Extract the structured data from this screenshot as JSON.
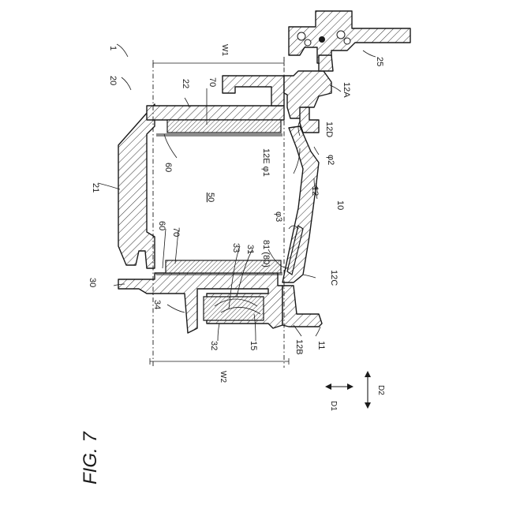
{
  "figure": {
    "title": "FIG. 7"
  },
  "labels": {
    "ref_1": "1",
    "ref_20": "20",
    "ref_21": "21",
    "ref_22": "22",
    "ref_30": "30",
    "ref_34": "34",
    "ref_32": "32",
    "ref_15": "15",
    "ref_33": "33",
    "ref_31": "31",
    "ref_81_80": "81 (80)",
    "ref_60_top": "60",
    "ref_70_top": "70",
    "ref_60_bottom": "60",
    "ref_70_bottom": "70",
    "ref_50": "50",
    "ref_12": "12",
    "ref_12A": "12A",
    "ref_12B": "12B",
    "ref_12C": "12C",
    "ref_12D": "12D",
    "ref_12E_phi1": "12E φ1",
    "ref_phi2": "φ2",
    "ref_phi3": "φ3",
    "ref_10": "10",
    "ref_11": "11",
    "ref_25": "25",
    "dim_W1": "W1",
    "dim_W2": "W2",
    "dir_D1": "D1",
    "dir_D2": "D2"
  },
  "colors": {
    "ink": "#1a1a1a",
    "paper": "#ffffff"
  }
}
